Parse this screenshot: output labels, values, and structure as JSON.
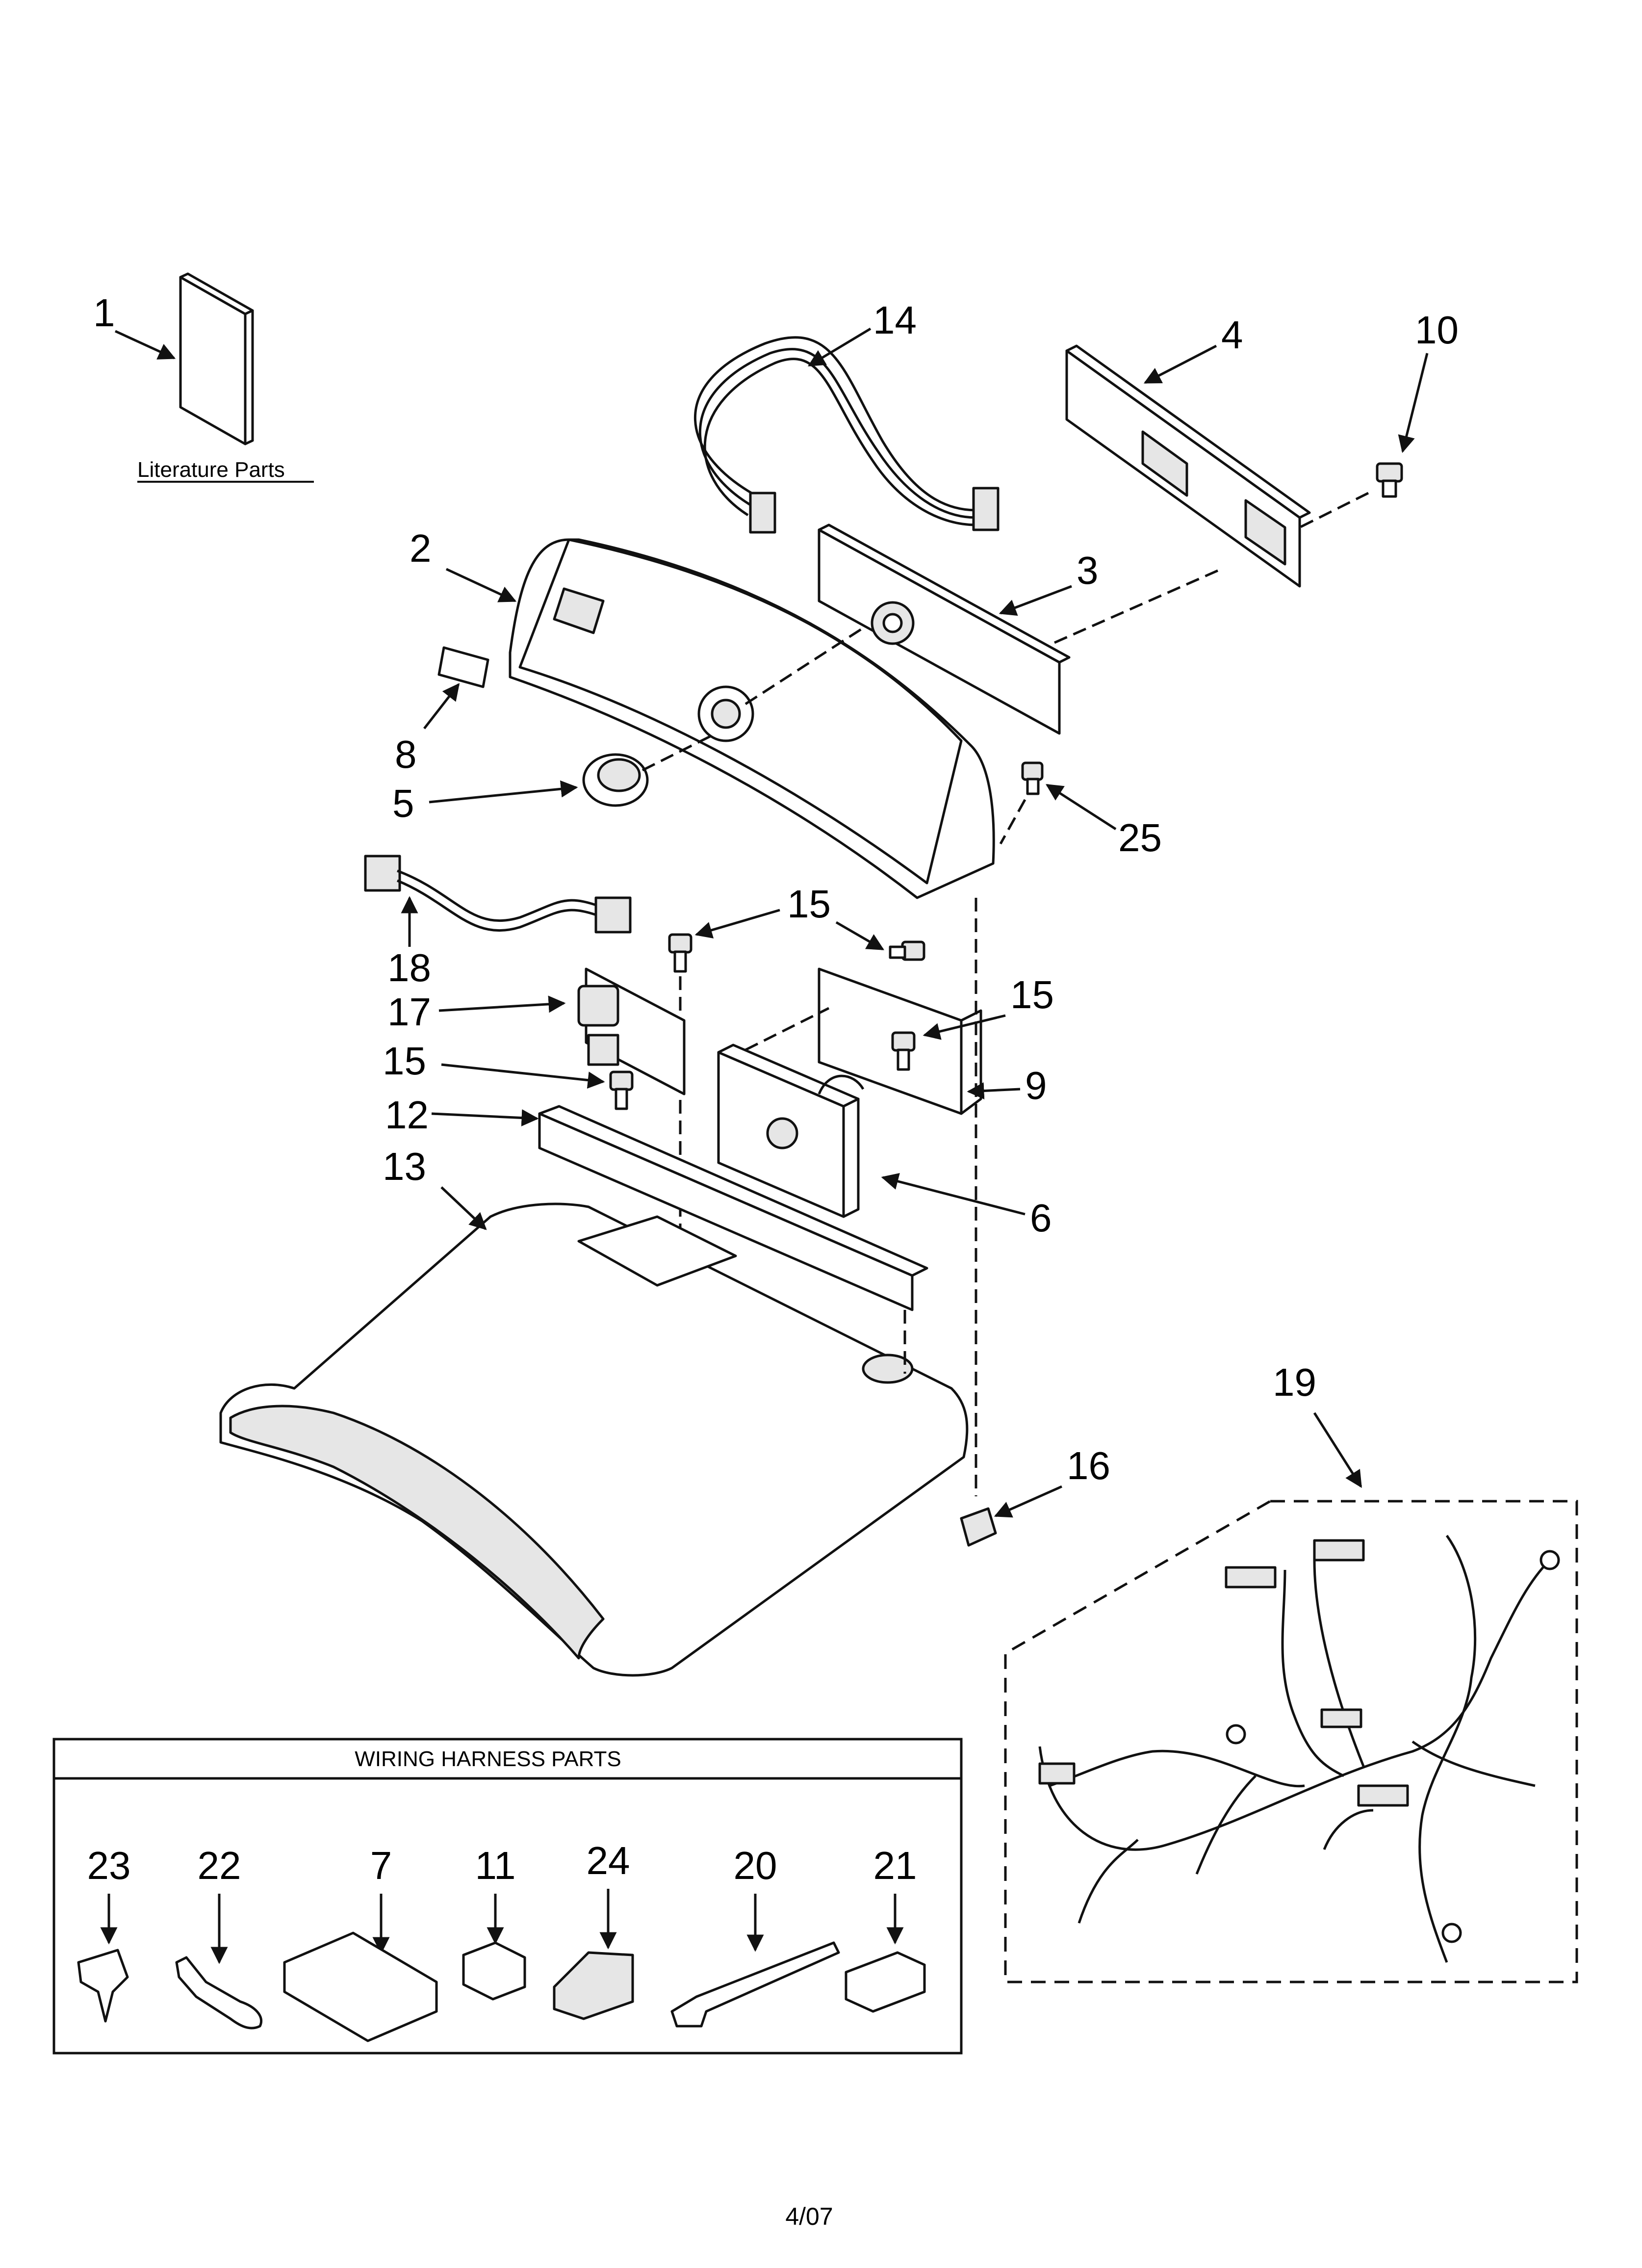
{
  "labels": {
    "p1": "1",
    "p2": "2",
    "p3": "3",
    "p4": "4",
    "p5": "5",
    "p6": "6",
    "p7": "7",
    "p8": "8",
    "p9": "9",
    "p10": "10",
    "p11": "11",
    "p12": "12",
    "p13": "13",
    "p14": "14",
    "p15a": "15",
    "p15b": "15",
    "p15c": "15",
    "p16": "16",
    "p17": "17",
    "p18": "18",
    "p19": "19",
    "p20": "20",
    "p21": "21",
    "p22": "22",
    "p23": "23",
    "p24": "24",
    "p25": "25"
  },
  "literature_caption": "Literature Parts",
  "wiring_box_title": "WIRING HARNESS PARTS",
  "footer_date": "4/07"
}
